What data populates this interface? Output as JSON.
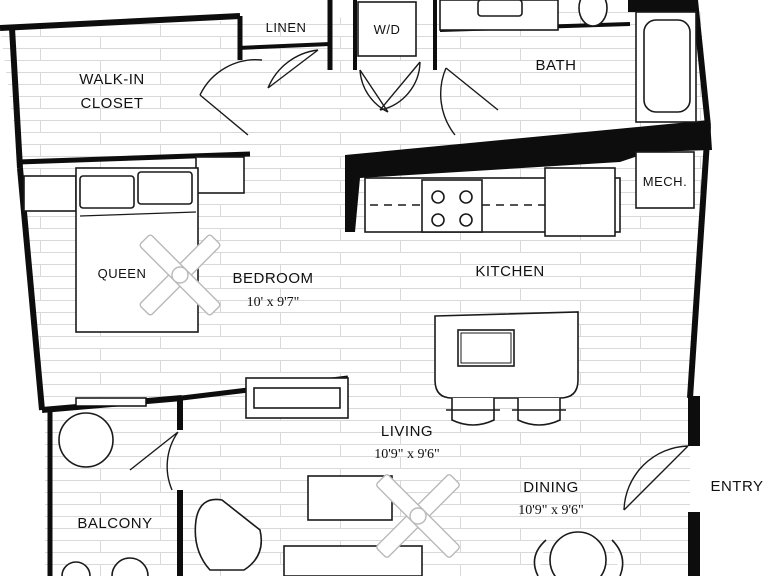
{
  "rooms": {
    "walk_in_closet": {
      "line1": "WALK-IN",
      "line2": "CLOSET"
    },
    "linen": "LINEN",
    "washer_dryer": "W/D",
    "bath": "BATH",
    "mech": "MECH.",
    "bedroom": {
      "name": "BEDROOM",
      "size": "10' x 9'7\""
    },
    "queen_bed": "QUEEN",
    "kitchen": "KITCHEN",
    "living": {
      "name": "LIVING",
      "size": "10'9\" x 9'6\""
    },
    "dining": {
      "name": "DINING",
      "size": "10'9\" x 9'6\""
    },
    "balcony": "BALCONY",
    "entry": "ENTRY"
  },
  "colors": {
    "wall": "#0d0d0d",
    "floor_lines": "#d9d9d9",
    "fan": "#b9b9b9"
  }
}
